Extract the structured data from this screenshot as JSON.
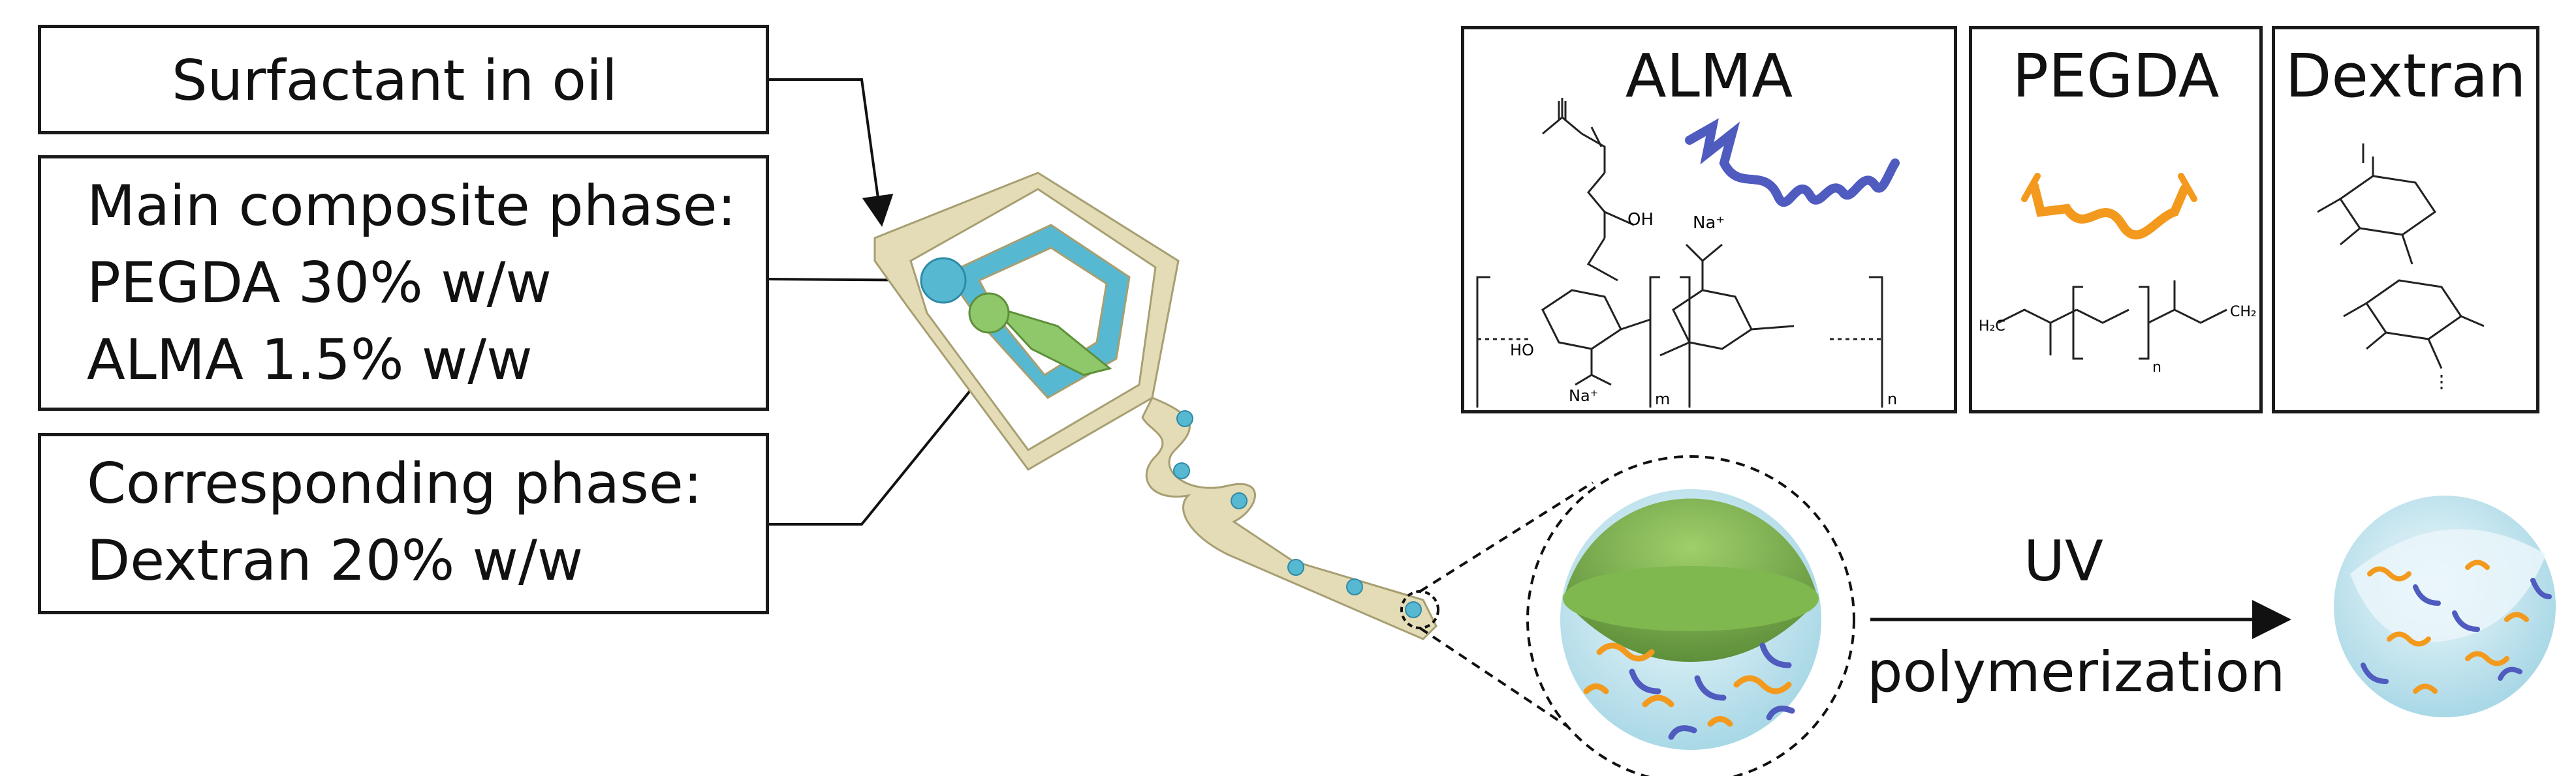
{
  "inputs": {
    "surfactant": "Surfactant in oil",
    "main_phase": [
      "Main composite phase:",
      "PEGDA 30% w/w",
      "ALMA 1.5% w/w"
    ],
    "corresponding_phase": [
      "Corresponding phase:",
      "Dextran 20% w/w"
    ]
  },
  "panels": {
    "alma": "ALMA",
    "pegda": "PEGDA",
    "dextran": "Dextran"
  },
  "chem_labels": {
    "na1": "Na⁺",
    "na2": "Na⁺",
    "oh": "OH",
    "m": "m",
    "n": "n",
    "n2": "n",
    "ho1": "HO",
    "h2c1": "H₂C",
    "ch2": "CH₂"
  },
  "process": {
    "uv": "UV",
    "polymerization": "polymerization"
  },
  "colors": {
    "chip": "#e3dcb6",
    "chip_edge": "#a79f72",
    "oil_channel": "#57b8d2",
    "inner_channel": "#8ec86b",
    "alma_chain": "#4f5bbf",
    "pegda_chain": "#f39a1e",
    "droplet": "#cfe9f0"
  }
}
